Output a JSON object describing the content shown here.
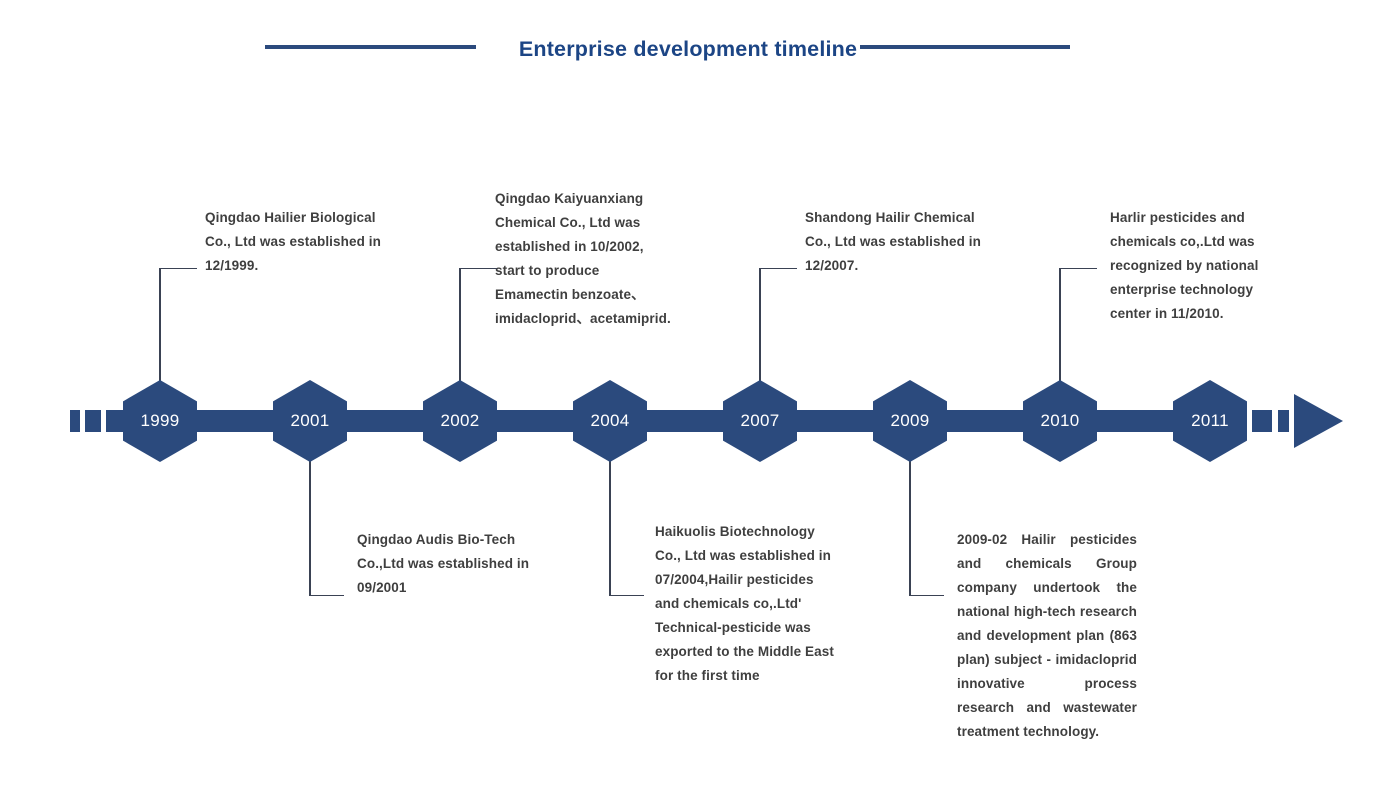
{
  "header": {
    "title": "Enterprise development timeline"
  },
  "colors": {
    "navy": "#2b4a7d",
    "title_blue": "#1c4585",
    "note_text": "#3f3f3f",
    "connector": "#3a4254",
    "year_text": "#ffffff",
    "background": "#ffffff"
  },
  "timeline": {
    "direction": "left-to-right",
    "end_icon": "arrow-right-icon",
    "events": [
      {
        "year": "1999",
        "side": "top",
        "text": "Qingdao Hailier Biological\nCo., Ltd was established in\n12/1999."
      },
      {
        "year": "2001",
        "side": "bottom",
        "text": "Qingdao Audis Bio-Tech\nCo.,Ltd was established in\n09/2001"
      },
      {
        "year": "2002",
        "side": "top",
        "text": "Qingdao Kaiyuanxiang\nChemical Co., Ltd was\nestablished in 10/2002,\nstart to produce\nEmamectin benzoate、\nimidacloprid、acetamiprid."
      },
      {
        "year": "2004",
        "side": "bottom",
        "text": "Haikuolis Biotechnology\nCo., Ltd was established in\n07/2004,Hailir pesticides\nand chemicals co,.Ltd'\nTechnical-pesticide was\nexported to the Middle East\nfor the first time"
      },
      {
        "year": "2007",
        "side": "top",
        "text": "Shandong Hailir Chemical\nCo., Ltd was established in\n12/2007."
      },
      {
        "year": "2009",
        "side": "bottom",
        "text": "2009-02 Hailir pesticides and chemicals Group company undertook the national high-tech research and development plan (863 plan) subject - imidacloprid innovative process research and wastewater treatment technology."
      },
      {
        "year": "2010",
        "side": "top",
        "text": "Harlir pesticides and\nchemicals co,.Ltd was\nrecognized by national\nenterprise technology\ncenter in 11/2010."
      },
      {
        "year": "2011",
        "side": "none",
        "text": ""
      }
    ]
  }
}
